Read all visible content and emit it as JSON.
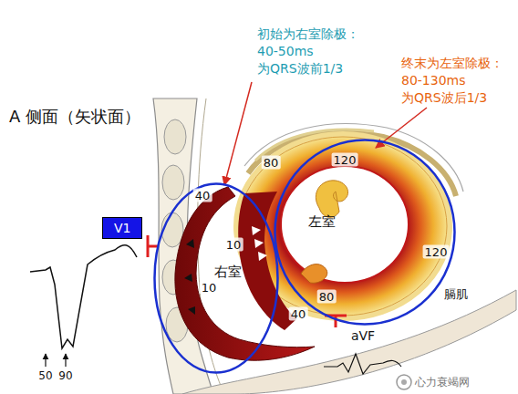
{
  "diagram": {
    "title": "A 侧面（矢状面）",
    "nodes": [
      {
        "text": [
          "V1"
        ]
      },
      {
        "text": [
          "右室"
        ]
      },
      {
        "text": [
          "左室"
        ]
      }
    ],
    "labels": [
      "初始为右室除极： 40-50ms 为QRS波前1/3",
      "终末为左室除极： 80-130ms 为QRS波后1/3",
      "80",
      "120",
      "40",
      "10",
      "120",
      "10",
      "80",
      "膈肌",
      "40",
      "aVF",
      "50",
      "90",
      "心力衰竭网"
    ]
  }
}
